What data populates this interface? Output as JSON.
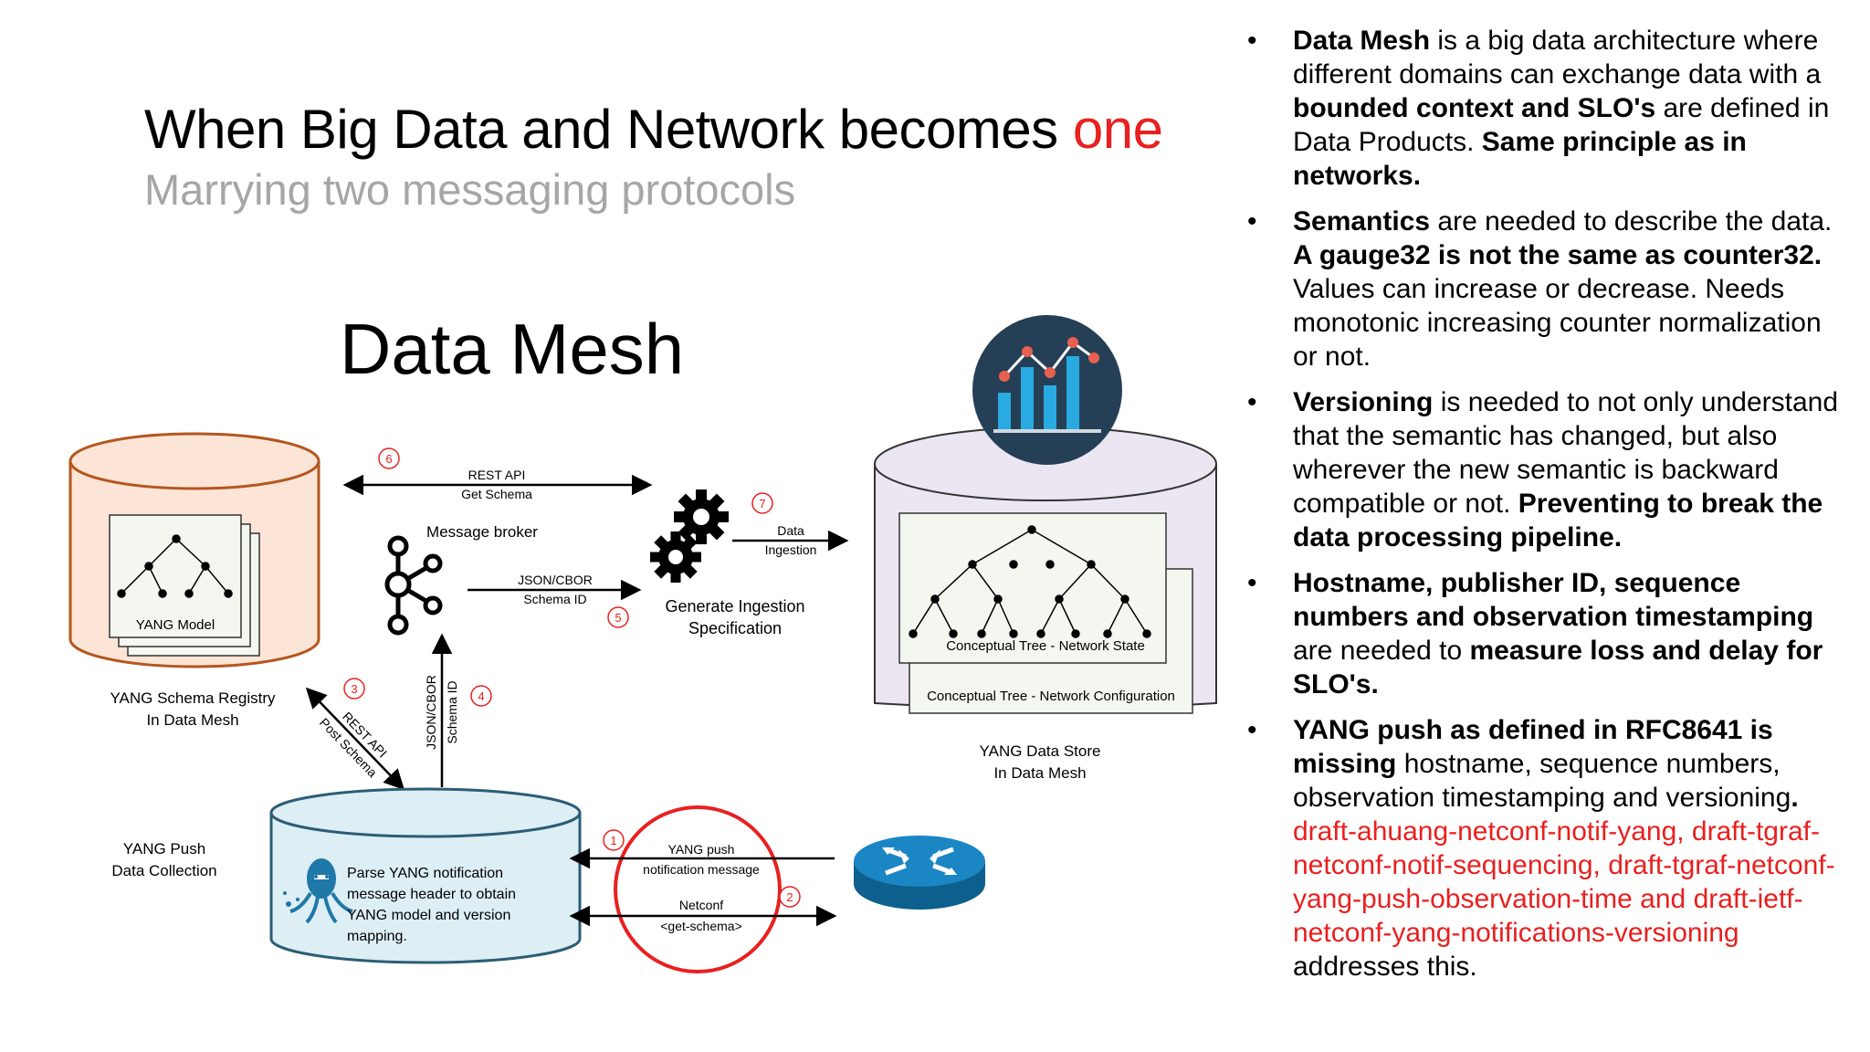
{
  "slide": {
    "title": "When Big Data and Network becomes",
    "title_accent": "one",
    "subtitle": "Marrying two messaging protocols",
    "diagram_title": "Data Mesh",
    "accent_color": "#e8201f"
  },
  "diagram": {
    "schema_registry": {
      "inner_label": "YANG Model",
      "caption_line1": "YANG Schema Registry",
      "caption_line2": "In Data Mesh"
    },
    "data_store": {
      "caption_line1": "YANG Data Store",
      "caption_line2": "In Data Mesh",
      "tree_state_label": "Conceptual Tree - Network State",
      "tree_config_label": "Conceptual Tree - Network Configuration",
      "chart_icon": "bar-line-chart-icon"
    },
    "collector": {
      "caption_line1": "YANG Push",
      "caption_line2": "Data Collection",
      "line1": "Parse YANG notification",
      "line2": "message header to obtain",
      "line3": "YANG model and version",
      "line4": "mapping.",
      "icon": "octopus-icon"
    },
    "broker": {
      "label": "Message broker",
      "icon": "kafka-icon"
    },
    "ingestion": {
      "line1": "Generate Ingestion",
      "line2": "Specification",
      "icon": "gears-icon"
    },
    "router_icon": "router-icon",
    "steps": {
      "s1": {
        "num": "1",
        "line1": "YANG push",
        "line2": "notification message"
      },
      "s2": {
        "num": "2",
        "line1": "Netconf",
        "line2": "<get-schema>"
      },
      "s3": {
        "num": "3",
        "line1": "REST API",
        "line2": "Post Schema"
      },
      "s4": {
        "num": "4",
        "line1": "JSON/CBOR",
        "line2": "Schema ID"
      },
      "s5": {
        "num": "5",
        "line1": "JSON/CBOR",
        "line2": "Schema ID"
      },
      "s6": {
        "num": "6",
        "line1": "REST API",
        "line2": "Get Schema"
      },
      "s7": {
        "num": "7",
        "line1": "Data",
        "line2": "Ingestion"
      }
    }
  },
  "bullets": {
    "b1": {
      "p1": "Data Mesh",
      "p2": " is a big data architecture where different domains can exchange data with a ",
      "p3": "bounded context and SLO's",
      "p4": " are defined in Data Products. ",
      "p5": "Same principle as in networks."
    },
    "b2": {
      "p1": "Semantics",
      "p2": " are needed to describe the data. ",
      "p3": "A gauge32 is not the same as counter32.",
      "p4": " Values can increase or decrease. Needs monotonic increasing counter normalization or not."
    },
    "b3": {
      "p1": "Versioning",
      "p2": " is needed to not only understand that the semantic has changed, but also wherever the new semantic is backward compatible or not. ",
      "p3": "Preventing to break the data processing pipeline."
    },
    "b4": {
      "p1": "Hostname, publisher ID, sequence numbers and observation timestamping",
      "p2": " are needed to ",
      "p3": "measure loss and delay for SLO's."
    },
    "b5": {
      "p1": "YANG push as defined in RFC8641 is missing",
      "p2": " hostname, sequence numbers, observation timestamping and versioning",
      "p3": ".",
      "p4": " draft-ahuang-netconf-notif-yang, draft-tgraf-netconf-notif-sequencing, draft-tgraf-netconf-yang-push-observation-time and draft-ietf-netconf-yang-notifications-versioning",
      "p5": " addresses this."
    }
  }
}
